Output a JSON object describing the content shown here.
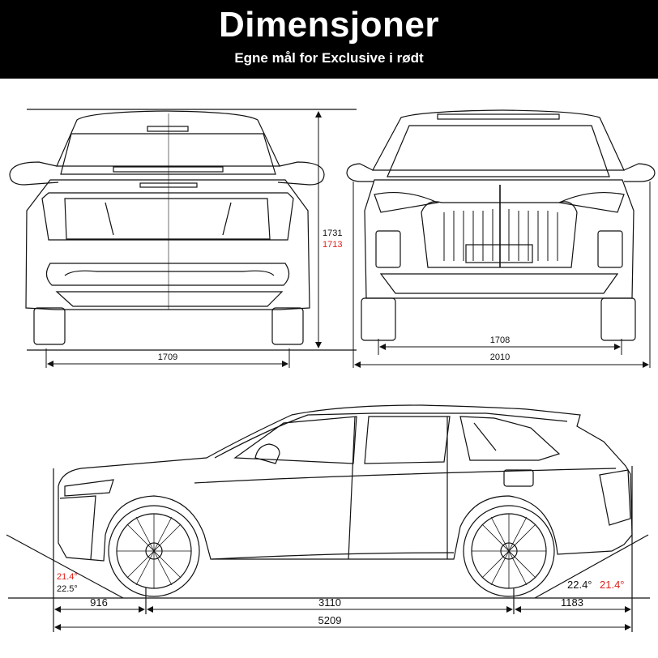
{
  "header": {
    "title": "Dimensjoner",
    "subtitle": "Egne mål for Exclusive i rødt"
  },
  "rear_view": {
    "height": "1731",
    "height_exclusive": "1713",
    "track_rear": "1709"
  },
  "front_view": {
    "track_front": "1708",
    "width_with_mirrors": "2010"
  },
  "side_view": {
    "approach_angle_exclusive": "21.4°",
    "approach_angle": "22.5°",
    "departure_angle": "22.4°",
    "departure_angle_exclusive": "21.4°",
    "front_overhang": "916",
    "wheelbase": "3110",
    "rear_overhang": "1183",
    "length": "5209"
  },
  "colors": {
    "header_bg": "#000000",
    "header_text": "#ffffff",
    "exclusive_red": "#e0201a"
  }
}
